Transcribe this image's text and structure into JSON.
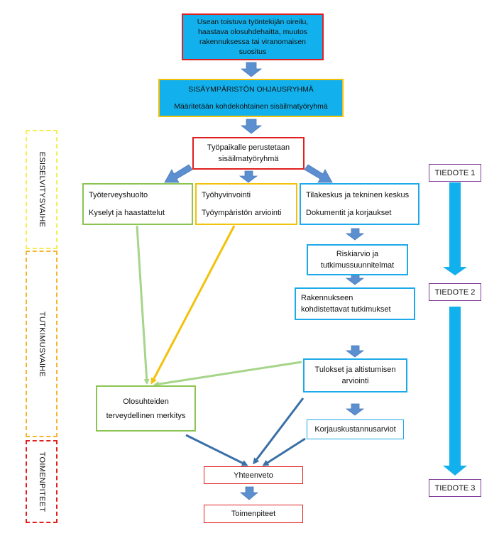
{
  "colors": {
    "red": "#e0201f",
    "yellow_gold": "#f2c20a",
    "cyan_fill": "#12b0ec",
    "green": "#8cc451",
    "light_green": "#a6d58a",
    "blue_border": "#1eaaea",
    "purple": "#7d3c98",
    "arrow_blue": "#5b8fd0",
    "dark_blue": "#3a70a8",
    "phase_yellow": "#f5ee55",
    "phase_orange": "#f5b52e",
    "phase_red": "#e0201f"
  },
  "top_box": {
    "lines": [
      "Usean toistuva työntekijän oireilu,",
      "haastava olosuhdehaitta, muutos",
      "rakennuksessa tai viranomaisen",
      "suositus"
    ]
  },
  "steering_group": {
    "title": "SISÄYMPÄRISTÖN OHJAUSRYHMÄ",
    "subtitle": "Määritetään kohdekohtainen sisäilmatyöryhmä"
  },
  "workgroup": {
    "lines": [
      "Työpaikalle perustetaan",
      "sisäilmatyöryhmä"
    ]
  },
  "branches": {
    "occupational_health": {
      "title": "Työterveyshuolto",
      "detail": "Kyselyt ja haastattelut"
    },
    "wellbeing": {
      "title": "Työhyvinvointi",
      "detail": "Työympäristön arviointi"
    },
    "facilities": {
      "title": "Tilakeskus ja tekninen keskus",
      "detail": "Dokumentit ja korjaukset"
    }
  },
  "steps": {
    "risk": {
      "lines": [
        "Riskiarvio ja",
        "tutkimussuunnitelmat"
      ]
    },
    "building_studies": {
      "lines": [
        "Rakennukseen",
        "kohdistettavat tutkimukset"
      ]
    },
    "results": {
      "lines": [
        "Tulokset ja altistumisen",
        "arviointi"
      ]
    },
    "health_significance": {
      "lines": [
        "Olosuhteiden",
        "terveydellinen merkitys"
      ]
    },
    "repair_costs": {
      "label": "Korjauskustannusarviot"
    },
    "summary": {
      "label": "Yhteenveto"
    },
    "actions": {
      "label": "Toimenpiteet"
    }
  },
  "bulletins": [
    "TIEDOTE 1",
    "TIEDOTE 2",
    "TIEDOTE 3"
  ],
  "phases": [
    "ESISELVITYSVAIHE",
    "TUTKIMUSVAIHE",
    "TOIMENPITEET"
  ]
}
